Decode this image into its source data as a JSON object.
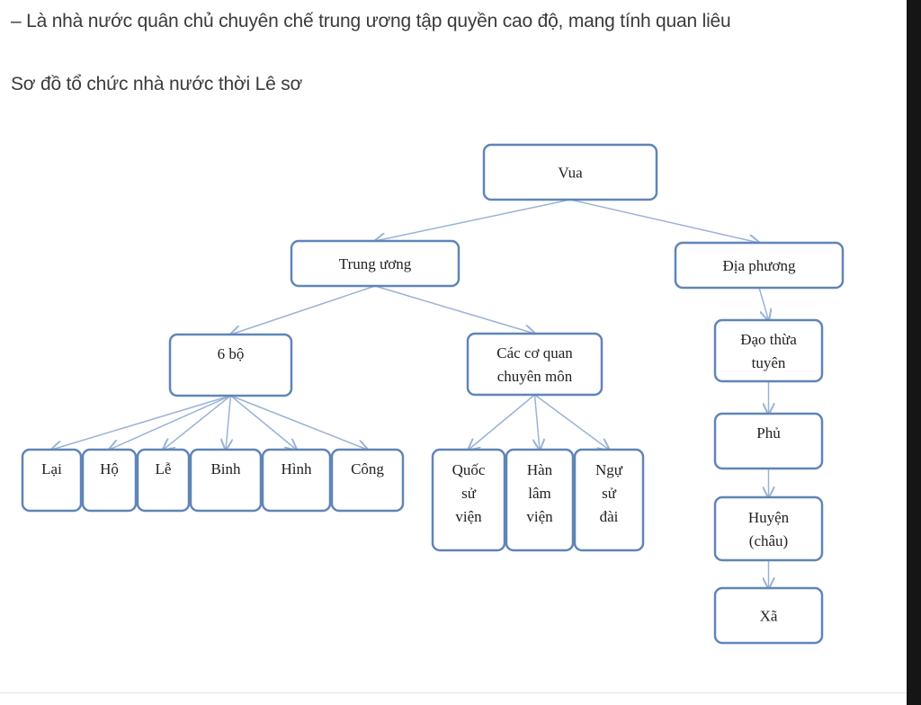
{
  "intro": {
    "line1": "– Là nhà nước quân chủ chuyên chế trung ương tập quyền cao độ, mang tính quan liêu",
    "line2": "Sơ đồ tổ chức nhà nước thời Lê sơ"
  },
  "diagram": {
    "stroke_color": "#5f85b8",
    "edge_color": "#9ab3d6",
    "nodes": {
      "vua": [
        "Vua"
      ],
      "trung_uong": [
        "Trung ương"
      ],
      "dia_phuong": [
        "Địa phương"
      ],
      "sau_bo": [
        "6 bộ"
      ],
      "co_quan": [
        "Các cơ quan",
        "chuyên môn"
      ],
      "dao_thua_tuyen": [
        "Đạo thừa",
        "tuyên"
      ],
      "lai": [
        "Lại"
      ],
      "ho": [
        "Hộ"
      ],
      "le": [
        "Lễ"
      ],
      "binh": [
        "Binh"
      ],
      "hinh": [
        "Hình"
      ],
      "cong": [
        "Công"
      ],
      "quoc_su_vien": [
        "Quốc",
        "sử",
        "viện"
      ],
      "han_lam_vien": [
        "Hàn",
        "lâm",
        "viện"
      ],
      "ngu_su_dai": [
        "Ngự",
        "sử",
        "đài"
      ],
      "phu": [
        "Phủ"
      ],
      "huyen": [
        "Huyện",
        "(châu)"
      ],
      "xa": [
        "Xã"
      ]
    },
    "edges": [
      [
        "vua",
        "trung_uong"
      ],
      [
        "vua",
        "dia_phuong"
      ],
      [
        "trung_uong",
        "sau_bo"
      ],
      [
        "trung_uong",
        "co_quan"
      ],
      [
        "sau_bo",
        "lai"
      ],
      [
        "sau_bo",
        "ho"
      ],
      [
        "sau_bo",
        "le"
      ],
      [
        "sau_bo",
        "binh"
      ],
      [
        "sau_bo",
        "hinh"
      ],
      [
        "sau_bo",
        "cong"
      ],
      [
        "co_quan",
        "quoc_su_vien"
      ],
      [
        "co_quan",
        "han_lam_vien"
      ],
      [
        "co_quan",
        "ngu_su_dai"
      ],
      [
        "dia_phuong",
        "dao_thua_tuyen"
      ],
      [
        "dao_thua_tuyen",
        "phu"
      ],
      [
        "phu",
        "huyen"
      ],
      [
        "huyen",
        "xa"
      ]
    ]
  }
}
